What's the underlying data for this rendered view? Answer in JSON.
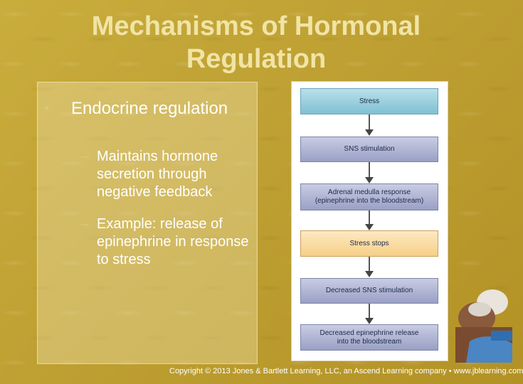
{
  "slide": {
    "title": "Mechanisms of Hormonal Regulation",
    "bullet": "Endocrine regulation",
    "sub_bullets": [
      "Maintains hormone secretion through negative feedback",
      "Example: release of epinephrine in response to stress"
    ],
    "copyright": "Copyright © 2013 Jones & Bartlett Learning, LLC, an Ascend Learning company • www.jblearning.com"
  },
  "flowchart": {
    "steps": [
      "Stress",
      "SNS stimulation",
      "Adrenal medulla response (epinephrine into the bloodstream)",
      "Stress stops",
      "Decreased SNS stimulation",
      "Decreased epinephrine release into the bloodstream"
    ]
  },
  "colors": {
    "background": "#bfa134",
    "title": "#f0e4a6",
    "step_teal": "#7fc0d3",
    "step_purple": "#9aa0c6",
    "step_orange": "#f7cf86"
  }
}
